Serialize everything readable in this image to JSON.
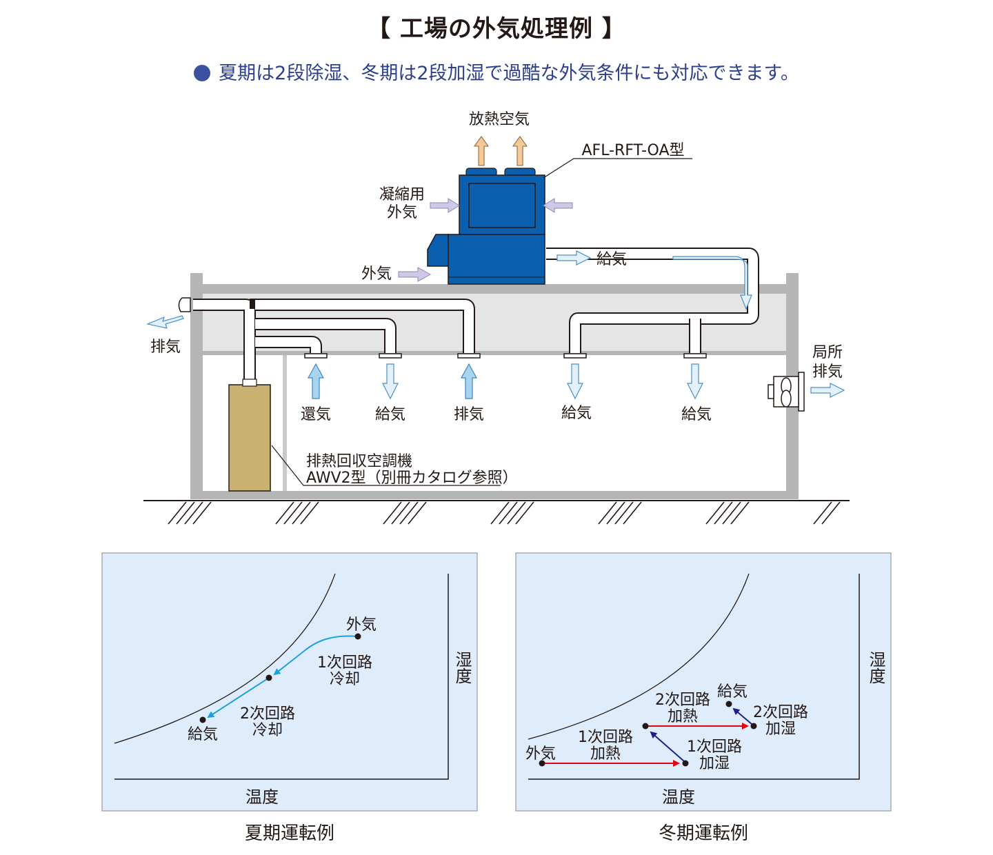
{
  "title": "【 工場の外気処理例 】",
  "subtitle": "夏期は2段除湿、冬期は2段加湿で過酷な外気条件にも対応できます。",
  "diagram": {
    "exhaust_top": "放熱空気",
    "unit_model": "AFL-RFT-OA型",
    "condense_air_1": "凝縮用",
    "condense_air_2": "外気",
    "outside_air": "外気",
    "supply_top": "給気",
    "exhaust_left": "排気",
    "local_exhaust_1": "局所",
    "local_exhaust_2": "排気",
    "return_air": "還気",
    "supply_1": "給気",
    "exhaust_mid": "排気",
    "supply_2": "給気",
    "supply_3": "給気",
    "awv_line1": "排熱回収空調機",
    "awv_line2": "AWV2型（別冊カタログ参照）"
  },
  "summer": {
    "caption": "夏期運転例",
    "humidity": "湿度",
    "temperature": "温度",
    "outside": "外気",
    "primary_1": "1次回路",
    "primary_2": "冷却",
    "secondary_1": "2次回路",
    "secondary_2": "冷却",
    "supply": "給気"
  },
  "winter": {
    "caption": "冬期運転例",
    "humidity": "湿度",
    "temperature": "温度",
    "outside": "外気",
    "p_heat_1": "1次回路",
    "p_heat_2": "加熱",
    "p_hum_1": "1次回路",
    "p_hum_2": "加湿",
    "s_heat_1": "2次回路",
    "s_heat_2": "加熱",
    "s_hum_1": "2次回路",
    "s_hum_2": "加湿",
    "supply": "給気"
  },
  "colors": {
    "unit_blue": "#0a5fae",
    "awv_tan": "#c9b172",
    "building_gray": "#b4b5b5",
    "chart_bg": "#deecfb",
    "summer_line": "#1aa2de",
    "winter_red": "#e60012",
    "winter_navy": "#1d2088"
  }
}
